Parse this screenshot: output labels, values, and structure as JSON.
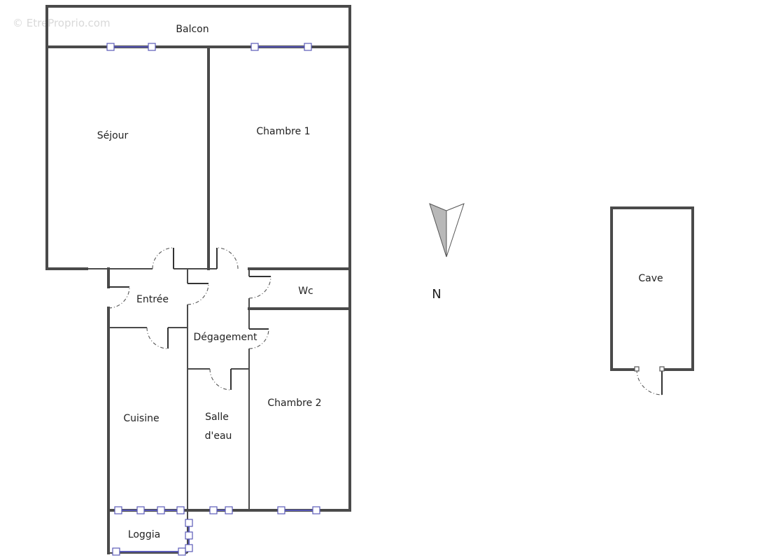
{
  "watermark": "© EtreProprio.com",
  "rooms": {
    "balcon": "Balcon",
    "sejour": "Séjour",
    "chambre1": "Chambre 1",
    "entree": "Entrée",
    "wc": "Wc",
    "degagement": "Dégagement",
    "cuisine": "Cuisine",
    "salle_line1": "Salle",
    "salle_line2": "d'eau",
    "chambre2": "Chambre 2",
    "loggia": "Loggia",
    "cave": "Cave"
  },
  "compass": {
    "letter": "N",
    "icon": "north-arrow-icon"
  },
  "colors": {
    "wall": "#4a4a4a",
    "window": "#5a5ab8",
    "compass_fill": "#b8b8b8"
  }
}
